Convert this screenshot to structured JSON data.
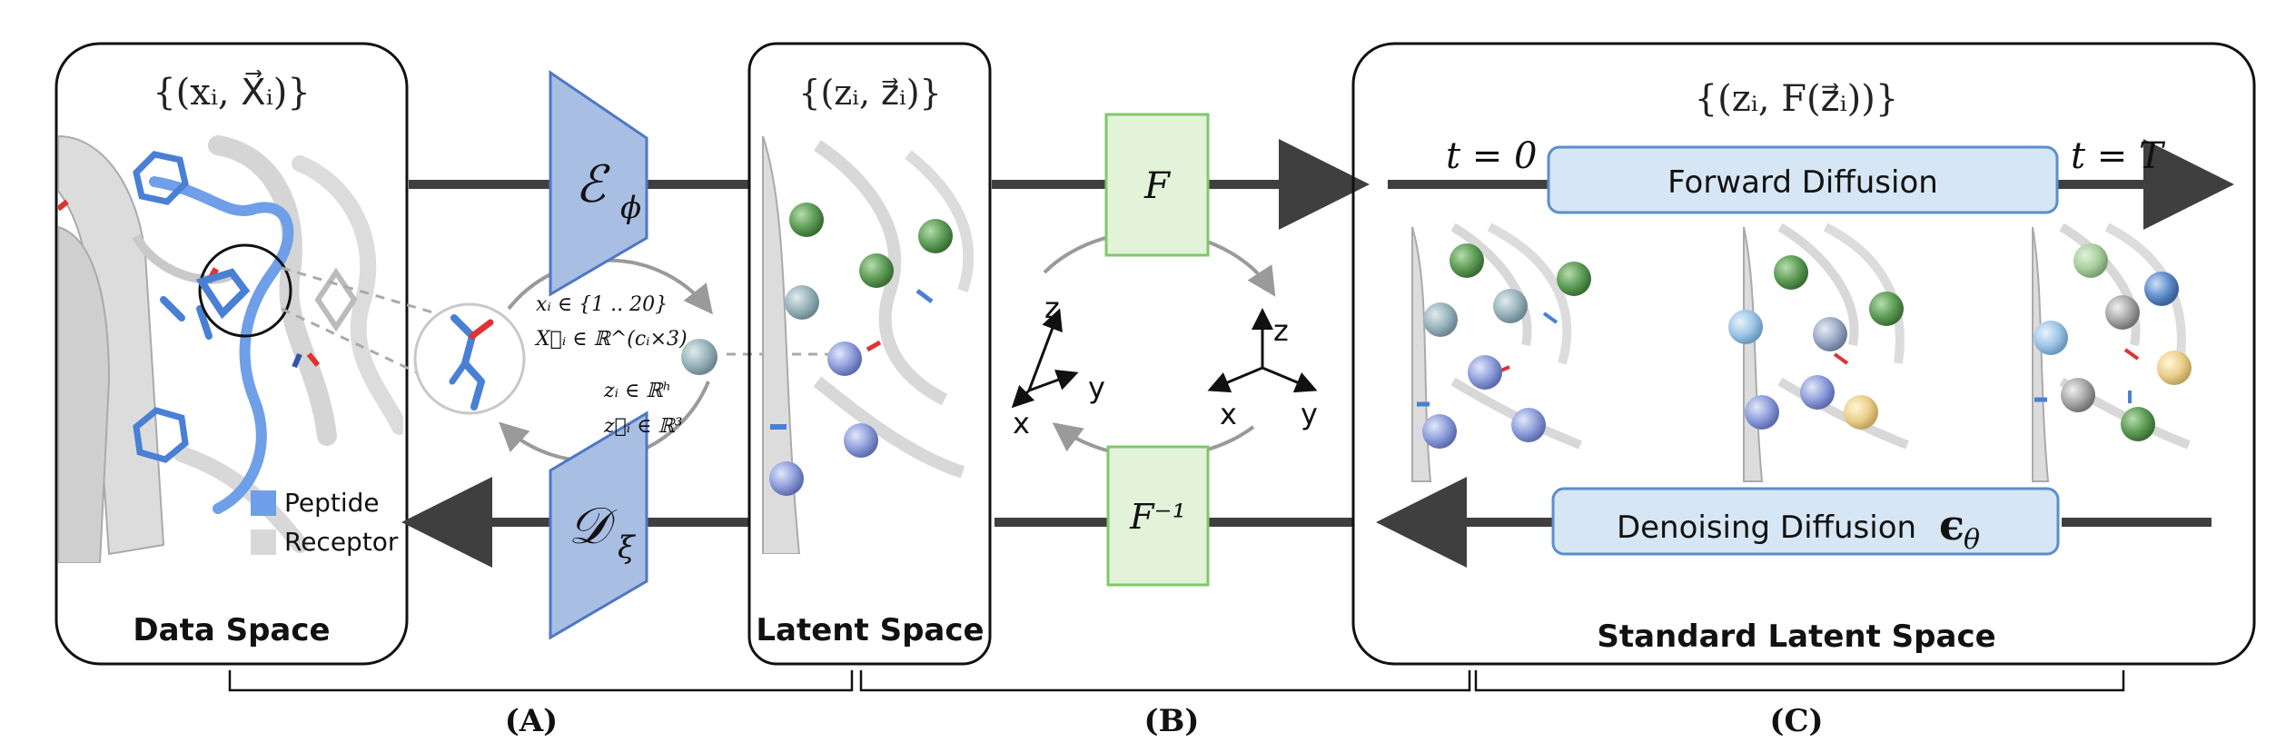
{
  "panels": {
    "data_space": {
      "title_math": "{(xᵢ, X⃗ᵢ)}",
      "caption": "Data Space"
    },
    "latent_space": {
      "title_math": "{(zᵢ, z⃗ᵢ)}",
      "caption": "Latent Space"
    },
    "standard_latent_space": {
      "title_math": "{(zᵢ, F(z⃗ᵢ))}",
      "caption": "Standard Latent Space"
    }
  },
  "encoder": {
    "symbol": "ℰ",
    "subscript": "ϕ"
  },
  "decoder": {
    "symbol": "𝒟",
    "subscript": "ξ"
  },
  "annotations": {
    "x_def": "xᵢ ∈ {1 .. 20}",
    "X_def": "X⃗ᵢ ∈ ℝ^(cᵢ×3)",
    "z_def": "zᵢ ∈ ℝʰ",
    "zvec_def": "z⃗ᵢ ∈ ℝ³"
  },
  "transform": {
    "forward": "F",
    "inverse": "F⁻¹"
  },
  "axes_left": {
    "x": "x",
    "y": "y",
    "z": "z"
  },
  "axes_right": {
    "x": "x",
    "y": "y",
    "z": "z"
  },
  "diffusion": {
    "t_start": "t = 0",
    "t_end": "t = T",
    "forward_label": "Forward Diffusion",
    "denoise_label": "Denoising Diffusion",
    "denoise_symbol": "ϵ",
    "denoise_sub": "θ"
  },
  "legend": [
    {
      "label": "Peptide",
      "color": "#6e9fe8"
    },
    {
      "label": "Receptor",
      "color": "#d8d8d8"
    }
  ],
  "groups": {
    "a": "(A)",
    "b": "(B)",
    "c": "(C)"
  },
  "colors": {
    "encoder_fill": "#a9bee3",
    "encoder_stroke": "#4e78c4",
    "f_box_fill": "#e2f3da",
    "f_box_stroke": "#7fc86a",
    "diffusion_fill": "#d6e6f5",
    "diffusion_stroke": "#5b8fc9",
    "arrow": "#3f3f3f"
  }
}
